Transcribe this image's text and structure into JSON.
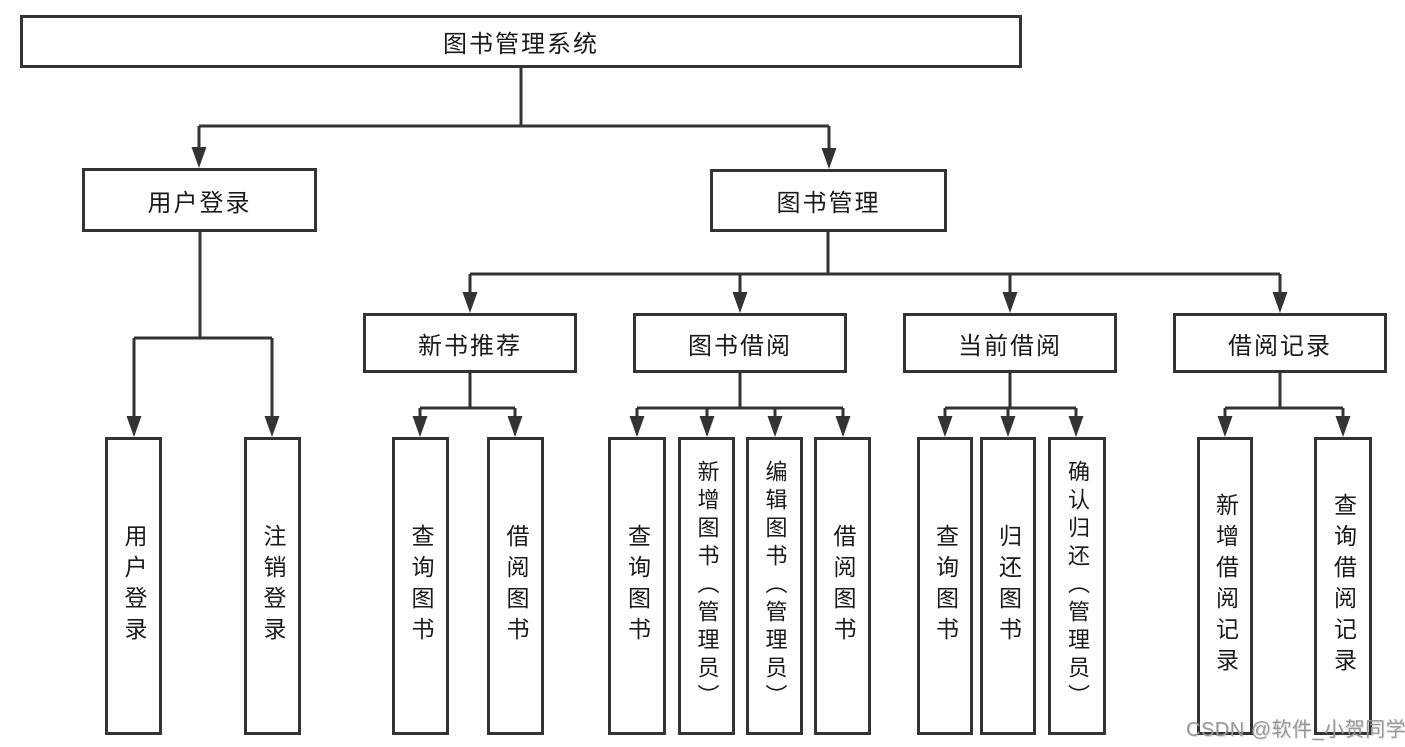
{
  "tree": {
    "root": {
      "label": "图书管理系统"
    },
    "branches": [
      {
        "label": "用户登录",
        "children": [
          {
            "label": "用户登录"
          },
          {
            "label": "注销登录"
          }
        ]
      },
      {
        "label": "图书管理",
        "children": [
          {
            "label": "新书推荐",
            "children": [
              {
                "label": "查询图书"
              },
              {
                "label": "借阅图书"
              }
            ]
          },
          {
            "label": "图书借阅",
            "children": [
              {
                "label": "查询图书"
              },
              {
                "label": "新增图书（管理员）"
              },
              {
                "label": "编辑图书（管理员）"
              },
              {
                "label": "借阅图书"
              }
            ]
          },
          {
            "label": "当前借阅",
            "children": [
              {
                "label": "查询图书"
              },
              {
                "label": "归还图书"
              },
              {
                "label": "确认归还（管理员）"
              }
            ]
          },
          {
            "label": "借阅记录",
            "children": [
              {
                "label": "新增借阅记录"
              },
              {
                "label": "查询借阅记录"
              }
            ]
          }
        ]
      }
    ]
  },
  "watermark": "CSDN @软件_小贺同学",
  "colors": {
    "line": "#333333",
    "text": "#1a1a1a",
    "background": "#ffffff",
    "watermark": "#999999"
  }
}
